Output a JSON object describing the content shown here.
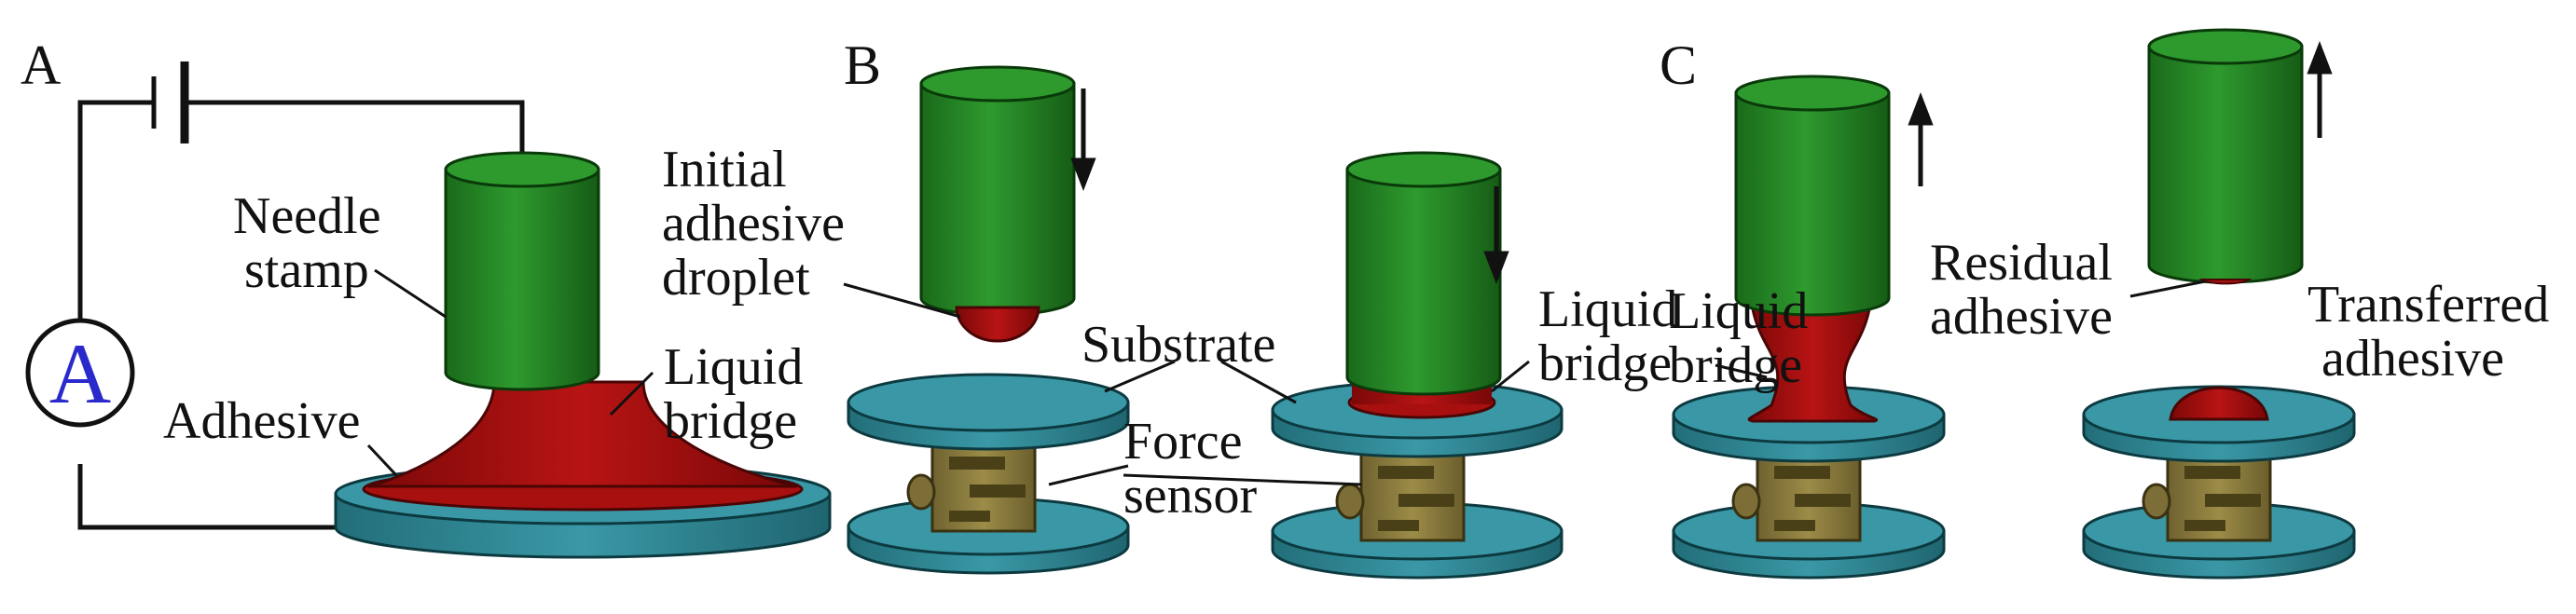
{
  "panels": {
    "a": "A",
    "b": "B",
    "c": "C"
  },
  "ammeter": {
    "symbol": "A"
  },
  "labels": {
    "needle_stamp_1": "Needle",
    "needle_stamp_2": "stamp",
    "adhesive": "Adhesive",
    "liquid_bridge_a_1": "Liquid",
    "liquid_bridge_a_2": "bridge",
    "initial_droplet_1": "Initial",
    "initial_droplet_2": "adhesive",
    "initial_droplet_3": "droplet",
    "substrate": "Substrate",
    "force_sensor_1": "Force",
    "force_sensor_2": "sensor",
    "liquid_bridge_b_1": "Liquid",
    "liquid_bridge_b_2": "bridge",
    "residual_1": "Residual",
    "residual_2": "adhesive",
    "transferred_1": "Transferred",
    "transferred_2": "adhesive"
  },
  "colors": {
    "stamp_green": "#1f7a1f",
    "stamp_top": "#2e9a2e",
    "adhesive_red": "#a80f0f",
    "substrate_teal": "#2a7f8c",
    "substrate_top": "#3a98a6",
    "sensor_olive": "#8a7a3c"
  }
}
